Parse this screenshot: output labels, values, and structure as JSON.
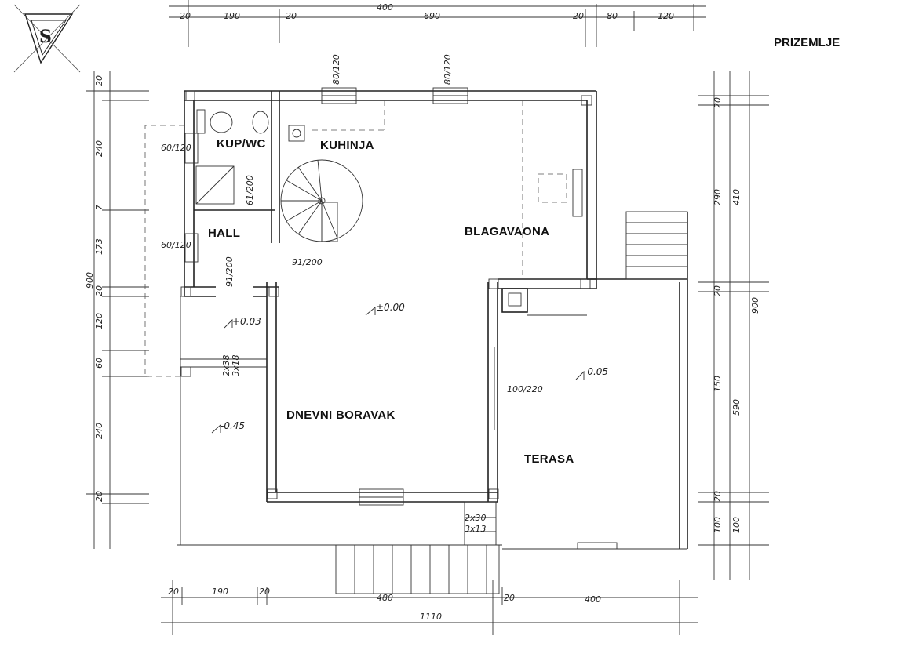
{
  "title": "PRIZEMLJE",
  "rooms": {
    "kup_wc": "KUP/WC",
    "kuhinja": "KUHINJA",
    "hall": "HALL",
    "blagavaona": "BLAGAVAONA",
    "dnevni_boravak": "DNEVNI BORAVAK",
    "terasa": "TERASA"
  },
  "levels": {
    "main": "±0.00",
    "hall_step": "+0.03",
    "lower_entry": "-0.45",
    "terrace": "-0.05"
  },
  "dimensions": {
    "top": [
      "20",
      "190",
      "20",
      "690",
      "20",
      "80",
      "120"
    ],
    "top_total": "400",
    "bottom": [
      "20",
      "190",
      "20",
      "480",
      "20",
      "400"
    ],
    "bottom_total": "1110",
    "left": [
      "20",
      "240",
      "7",
      "173",
      "20",
      "120",
      "60",
      "240",
      "20"
    ],
    "left_total": "900",
    "right": [
      "20",
      "290",
      "410",
      "20",
      "150",
      "590",
      "20",
      "100",
      "100"
    ],
    "right_total": "900",
    "windows": [
      "80/120",
      "80/120",
      "60/120",
      "60/120",
      "61/200",
      "91/200",
      "91/200",
      "100/220"
    ],
    "stairs": [
      "2x38",
      "3x18",
      "2x30",
      "3x13"
    ]
  },
  "stamp": {
    "logo": "S"
  }
}
